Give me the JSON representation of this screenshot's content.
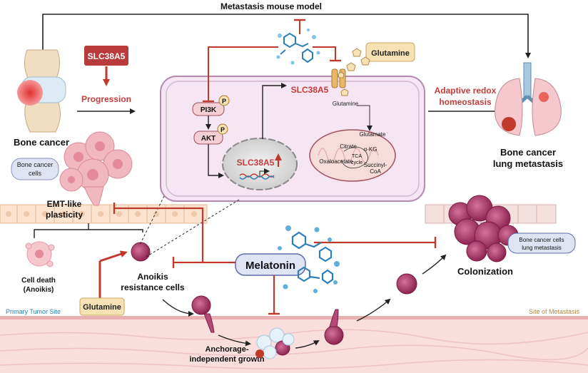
{
  "title": "Metastasis mouse model",
  "labels": {
    "slc38a5_box": "SLC38A5",
    "progression": "Progression",
    "bone_cancer": "Bone cancer",
    "bone_cancer_cells": "Bone cancer\ncells",
    "emt": "EMT-like\nplasticity",
    "cell_death": "Cell death\n(Anoikis)",
    "anoikis_resistance": "Anoikis\nresistance cells",
    "glutamine_top": "Glutamine",
    "glutamine_bottom": "Glutamine",
    "slc38a5_transporter": "SLC38A5",
    "slc38a5_nucleus": "SLC38A5",
    "pi3k": "PI3K",
    "akt": "AKT",
    "p": "P",
    "glutamine_inner": "Glutamine",
    "glutamate": "Glutamate",
    "citrate": "Citrate",
    "akg": "α-KG",
    "tca": "TCA\ncycle",
    "oxaloacetate": "Oxaloacetate",
    "succinyl": "Succinyl-\nCoA",
    "adaptive": "Adaptive redox\nhomeostasis",
    "lung_metastasis": "Bone cancer\nlung metastasis",
    "melatonin": "Melatonin",
    "bone_lung": "Bone cancer cells\nlung metastasis",
    "colonization": "Colonization",
    "primary_site": "Primary Tumor Site",
    "metastasis_site": "Site of Metastasis",
    "anchorage": "Anchorage-\nindependent growth"
  },
  "colors": {
    "inhibit_red": "#c0392b",
    "slc_box": "#b83a3a",
    "label_red": "#c43b3b",
    "cell_fill": "#f6e6f3",
    "cell_stroke": "#b58ab0",
    "tumor_pink": "#f2b8c0",
    "purple_cell": "#9a2f5a",
    "melatonin_blue": "#2b7fb8",
    "glutamine_box": "#f6e2b5",
    "tissue_peach": "#fbe3cf",
    "vessel_pink": "#f7d4d4"
  }
}
